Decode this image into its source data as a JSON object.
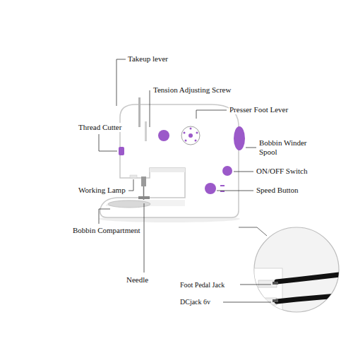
{
  "diagram": {
    "labels": [
      "Takeup lever",
      "Tension Adjusting Screw",
      "Presser Foot Lever",
      "Thread Cutter",
      "Bobbin Winder Spool",
      "ON/OFF Switch",
      "Working Lamp",
      "Speed Button",
      "Bobbin Compartment",
      "Needle",
      "Foot Pedal Jack",
      "DCjack 6v"
    ]
  }
}
